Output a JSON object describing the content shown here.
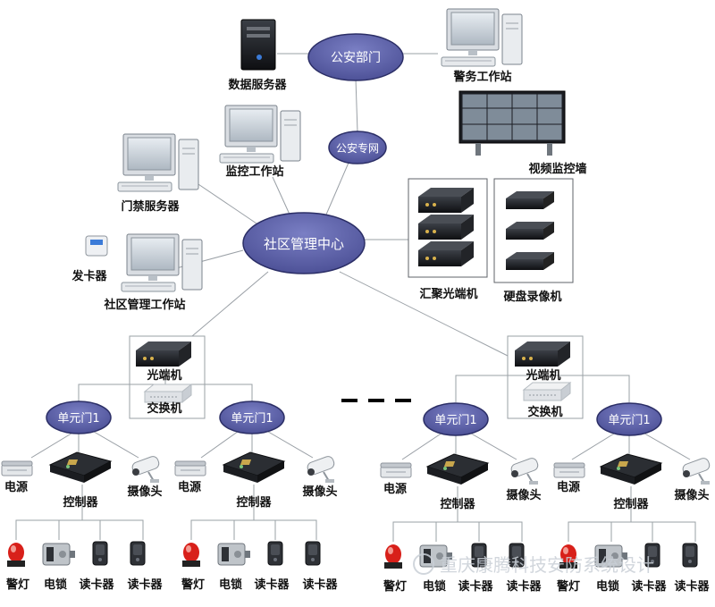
{
  "hubs": {
    "police_dept": "公安部门",
    "police_net": "公安专网",
    "center": "社区管理中心",
    "unit_door": "单元门1"
  },
  "labels": {
    "data_server": "数据服务器",
    "police_ws": "警务工作站",
    "monitor_ws": "监控工作站",
    "video_wall": "视频监控墙",
    "access_server": "门禁服务器",
    "card_issuer": "发卡器",
    "community_ws": "社区管理工作站",
    "optical_hub": "汇聚光端机",
    "dvr": "硬盘录像机",
    "optical_unit": "光端机",
    "switch": "交换机",
    "power": "电源",
    "controller": "控制器",
    "camera": "摄像头",
    "alarm_light": "警灯",
    "e_lock": "电锁",
    "card_reader": "读卡器"
  },
  "watermark": "重庆康腾科技安防系统设计",
  "colors": {
    "hub_fill": "#5a5ea4",
    "hub_stroke": "#2b2e66",
    "line": "#9aa0a6"
  }
}
